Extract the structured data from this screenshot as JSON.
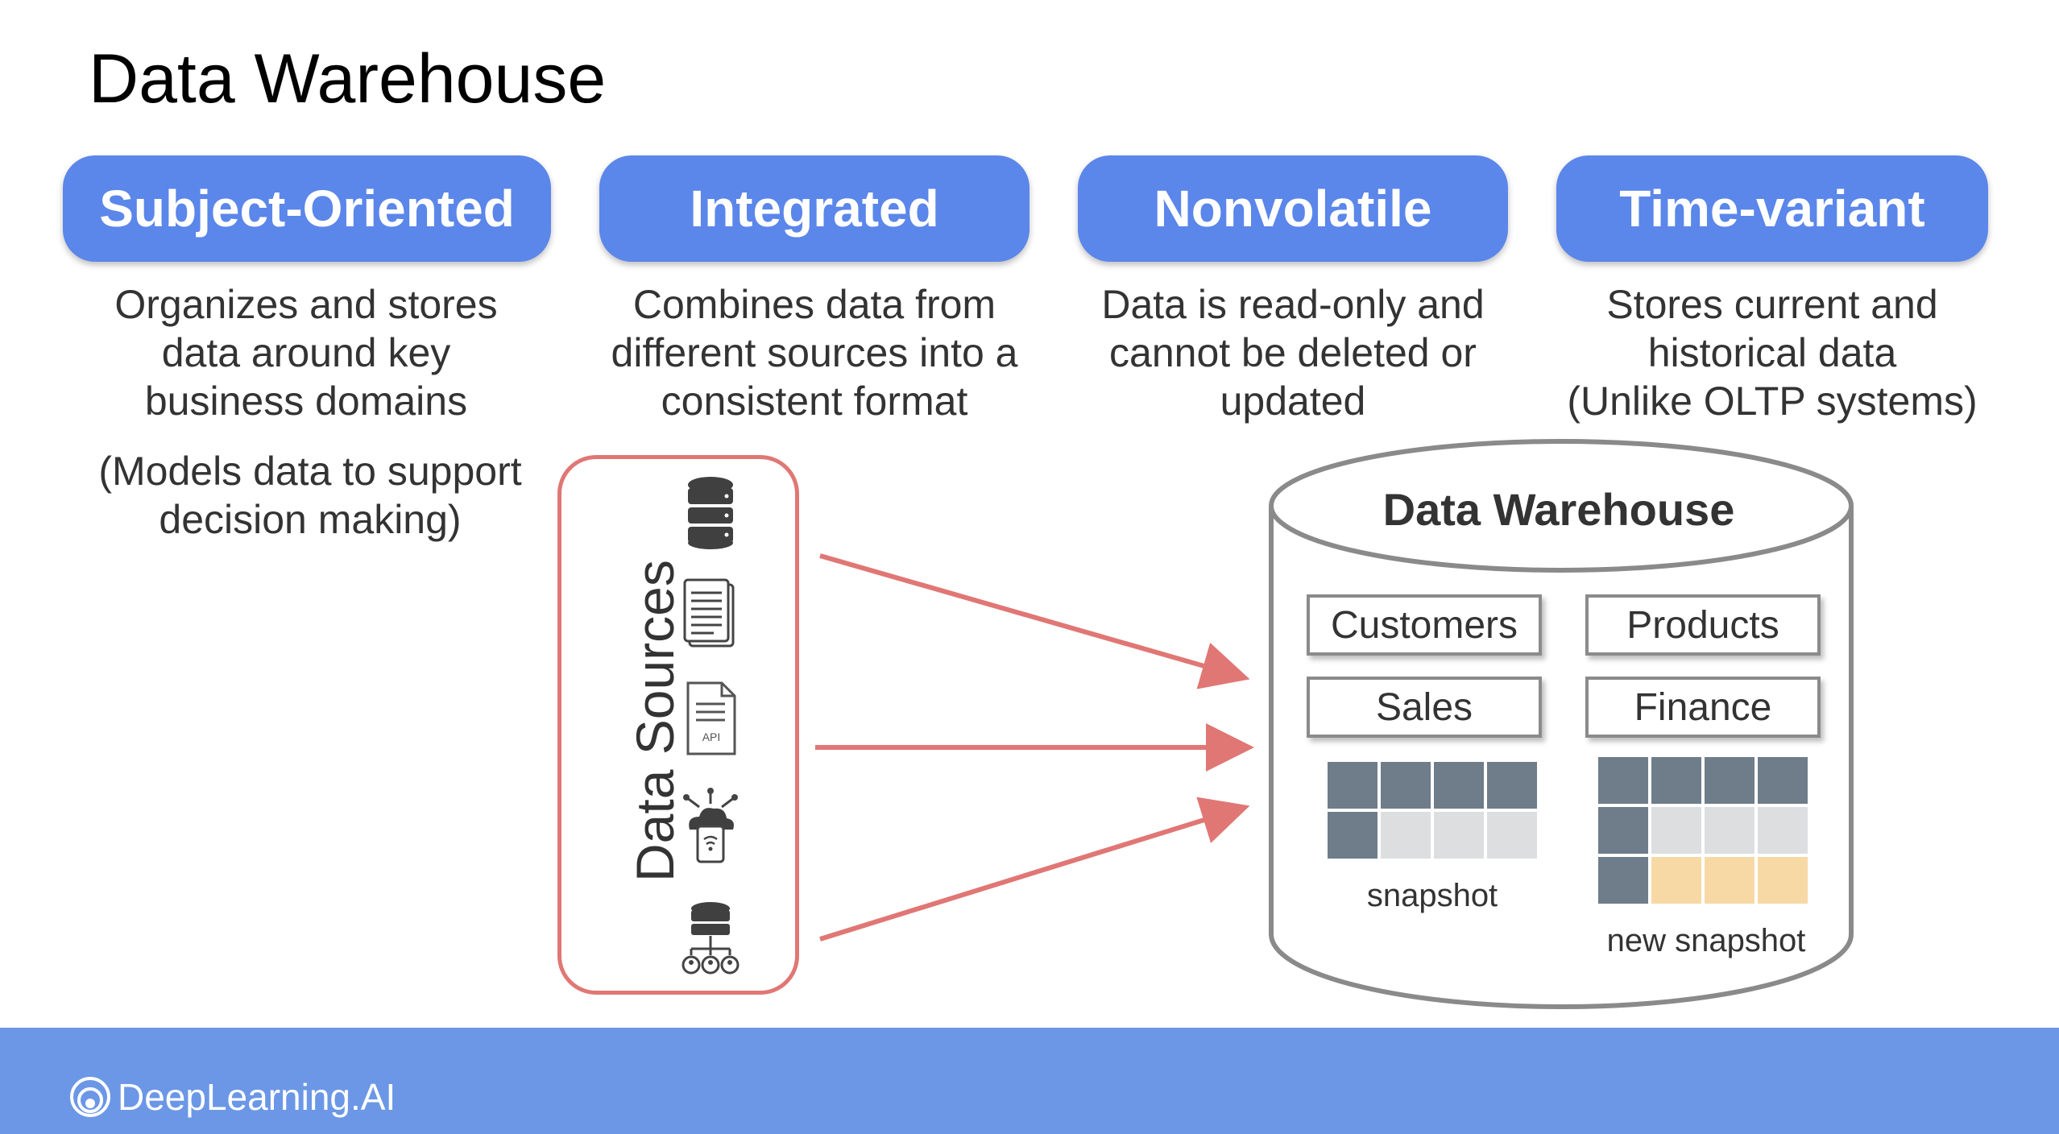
{
  "title": "Data Warehouse",
  "pillars": [
    {
      "label": "Subject-Oriented",
      "desc": [
        "Organizes and stores",
        "data around key",
        "business domains"
      ]
    },
    {
      "label": "Integrated",
      "desc": [
        "Combines data from",
        "different sources into a",
        "consistent format"
      ]
    },
    {
      "label": "Nonvolatile",
      "desc": [
        "Data is read-only and",
        "cannot be deleted or",
        "updated"
      ]
    },
    {
      "label": "Time-variant",
      "desc": [
        "Stores current and",
        "historical data",
        "(Unlike OLTP systems)"
      ]
    }
  ],
  "subject_note": [
    "(Models data to support",
    "decision making)"
  ],
  "sources": {
    "label": "Data Sources",
    "icons": [
      "database-icon",
      "document-icon",
      "api-document-icon",
      "cloud-iot-icon",
      "shared-database-icon"
    ],
    "api_text": "API"
  },
  "warehouse": {
    "title": "Data Warehouse",
    "tables": [
      "Customers",
      "Products",
      "Sales",
      "Finance"
    ],
    "snapshot_label": "snapshot",
    "new_snapshot_label": "new snapshot"
  },
  "colors": {
    "pill": "#5b86ea",
    "arrow": "#e07775",
    "dark_cell": "#6f7d8a",
    "light_cell": "#dcdee0",
    "new_cell": "#f7d9a6",
    "footer": "#6b97e6"
  },
  "footer": {
    "brand": "DeepLearning.AI"
  }
}
